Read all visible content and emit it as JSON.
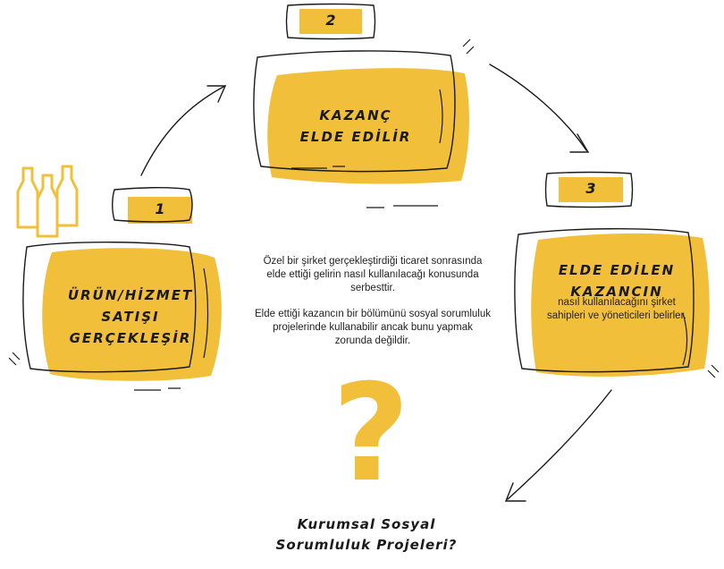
{
  "colors": {
    "accent": "#f2bf3a",
    "ink": "#1a1a1a"
  },
  "steps": [
    {
      "number": "1",
      "title_line1": "ÜRÜN/HİZMET",
      "title_line2": "SATIŞI",
      "title_line3": "GERÇEKLEŞİR"
    },
    {
      "number": "2",
      "title_line1": "KAZANÇ",
      "title_line2": "ELDE EDİLİR"
    },
    {
      "number": "3",
      "title_line1": "ELDE EDİLEN",
      "title_line2": "KAZANCIN",
      "description": "nasıl kullanılacağını şirket sahipleri ve yöneticileri belirler."
    }
  ],
  "center": {
    "paragraph1": "Özel bir şirket gerçekleştirdiği ticaret sonrasında elde ettiği gelirin nasıl kullanılacağı konusunda serbesttir.",
    "paragraph2": "Elde ettiği kazancın bir bölümünü sosyal sorumluluk projelerinde kullanabilir ancak bunu yapmak zorunda değildir."
  },
  "question": {
    "mark": "?",
    "line1": "Kurumsal Sosyal",
    "line2": "Sorumluluk Projeleri?"
  },
  "icons": [
    "bottles-icon",
    "arrow-icon"
  ]
}
